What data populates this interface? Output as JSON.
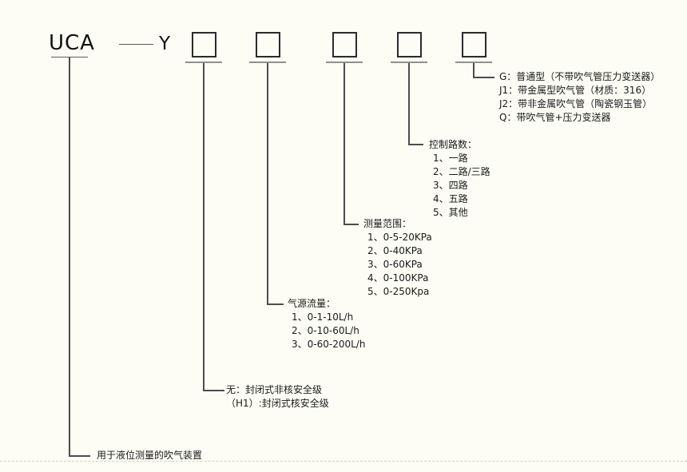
{
  "header": {
    "model_prefix": "UCA",
    "model_series": "Y"
  },
  "code_boxes": [
    "",
    "",
    "",
    "",
    ""
  ],
  "sections": {
    "blow_pipe_type": {
      "lines": [
        "G：普通型（不带吹气管压力变送器）",
        "J1：带金属型吹气管（材质：316）",
        "J2：带非金属吹气管（陶瓷钢玉管）",
        "Q：带吹气管+压力变送器"
      ]
    },
    "control_loops": {
      "title": "控制路数：",
      "items": [
        "1、一路",
        "2、二路/三路",
        "3、四路",
        "4、五路",
        "5、其他"
      ]
    },
    "measuring_range": {
      "title": "测量范围：",
      "items": [
        "1、0-5-20KPa",
        "2、0-40KPa",
        "3、0-60KPa",
        "4、0-100KPa",
        "5、0-250Kpa"
      ]
    },
    "air_supply_flow": {
      "title": "气源流量：",
      "items": [
        "1、0-1-10L/h",
        "2、0-10-60L/h",
        "3、0-60-200L/h"
      ]
    },
    "safety_class": {
      "lines": [
        "无：封闭式非核安全级",
        "（H1）:封闭式核安全级"
      ]
    },
    "base_description": {
      "text": "用于液位测量的吹气装置"
    }
  },
  "colors": {
    "background": "#fdfdf6",
    "text": "#1a1a1a",
    "box_border": "#2b2b2b",
    "connector_line": "#4d4d4d",
    "tick_underline": "#8f8f8f",
    "bottom_rule": "#cfcfc6"
  }
}
